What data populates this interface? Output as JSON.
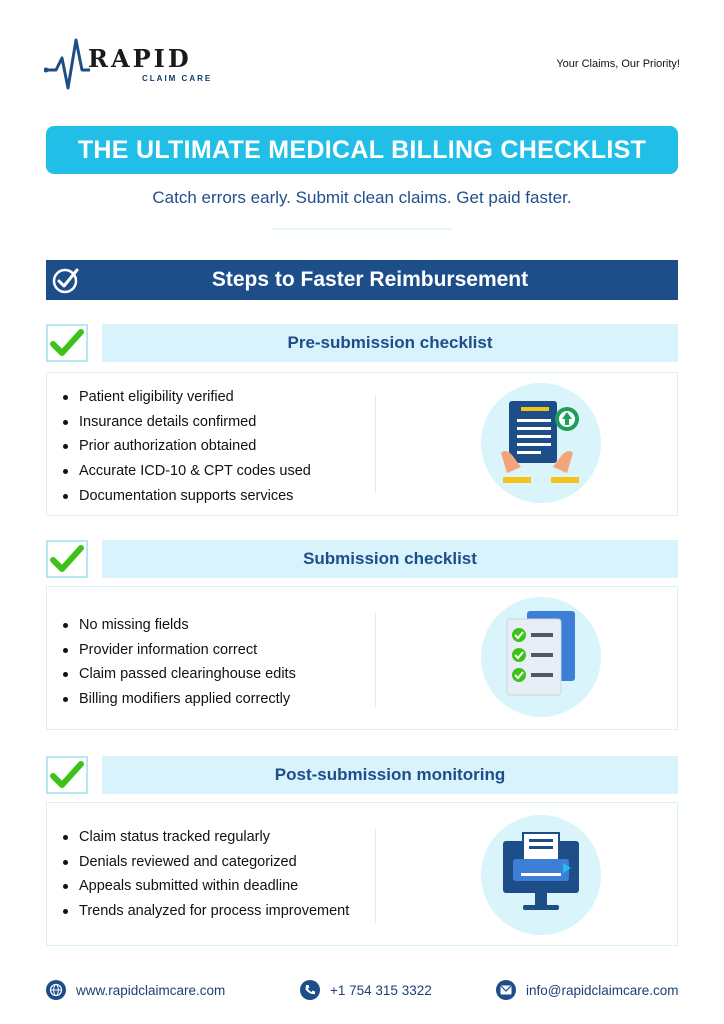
{
  "header": {
    "brand": "RAPID",
    "brand_sub": "CLAIM CARE",
    "tagline": "Your Claims, Our Priority!"
  },
  "title": "THE ULTIMATE MEDICAL BILLING CHECKLIST",
  "subtitle": "Catch errors early. Submit clean claims. Get paid faster.",
  "steps_title": "Steps to Faster Reimbursement",
  "sections": [
    {
      "title": "Pre-submission checklist",
      "items": [
        "Patient eligibility verified",
        "Insurance details confirmed",
        "Prior authorization obtained",
        "Accurate ICD-10 & CPT codes used",
        "Documentation supports services"
      ],
      "icon": "document-upload-icon"
    },
    {
      "title": "Submission checklist",
      "items": [
        "No missing fields",
        "Provider information correct",
        "Claim passed clearinghouse edits",
        "Billing modifiers applied correctly"
      ],
      "icon": "checklist-documents-icon"
    },
    {
      "title": "Post-submission monitoring",
      "items": [
        "Claim status tracked regularly",
        "Denials reviewed and categorized",
        "Appeals submitted within deadline",
        "Trends analyzed for process improvement"
      ],
      "icon": "monitor-printer-icon"
    }
  ],
  "footer": {
    "website": "www.rapidclaimcare.com",
    "phone": "+1 754 315 3322",
    "email": "info@rapidclaimcare.com"
  },
  "colors": {
    "accent": "#21bfe8",
    "navy": "#1d4e8a",
    "light": "#d8f3fb",
    "check": "#3ec21a"
  }
}
